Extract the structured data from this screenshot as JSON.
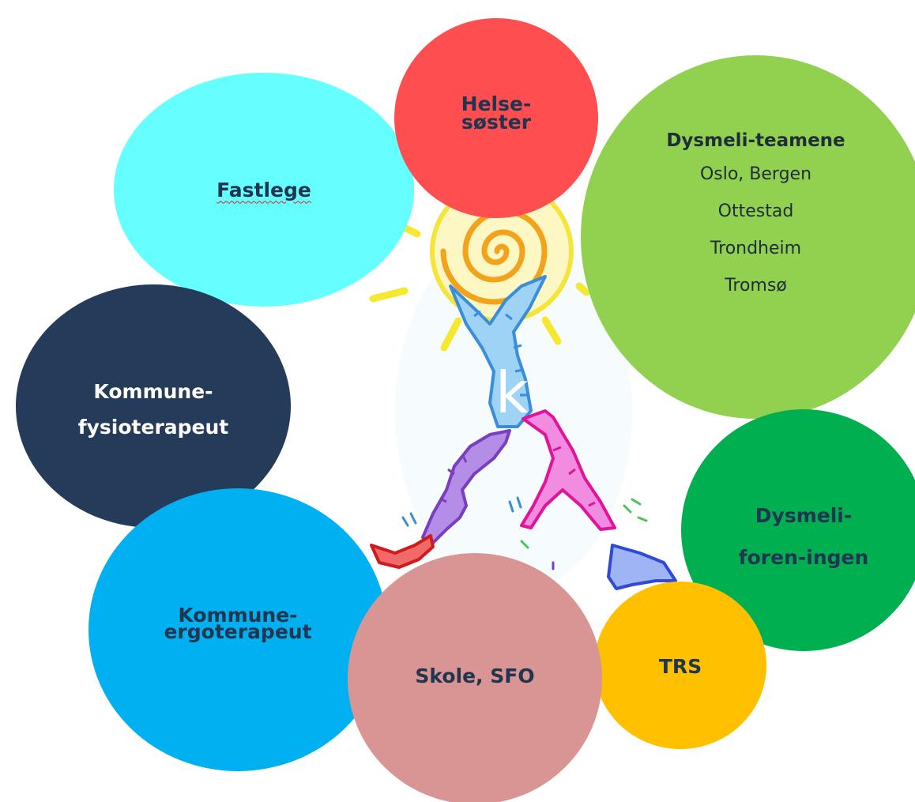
{
  "bubbles": {
    "helsesoster": {
      "label_line1": "Helse-",
      "label_line2": "søster",
      "color": "#fe4e50"
    },
    "fastlege": {
      "label": "Fastlege",
      "color": "#66ffff"
    },
    "dysmeli_teamene": {
      "label": "Dysmeli-teamene",
      "places": [
        "Oslo, Bergen",
        "Ottestad",
        "Trondheim",
        "Tromsø"
      ],
      "color": "#92d050"
    },
    "fysioterapeut": {
      "label_line1": "Kommune-",
      "label_line2": "fysioterapeut",
      "color": "#243b5a"
    },
    "ergoterapeut": {
      "label_line1": "Kommune-",
      "label_line2": "ergoterapeut",
      "color": "#00b0f0"
    },
    "skole": {
      "label": "Skole, SFO",
      "color": "#d99593"
    },
    "trs": {
      "label": "TRS",
      "color": "#ffc000"
    },
    "dysmeliforeningen": {
      "label_line1": "Dysmeli-",
      "label_line2": "foren-ingen",
      "color": "#00b050"
    }
  },
  "center": {
    "letter": "k"
  }
}
